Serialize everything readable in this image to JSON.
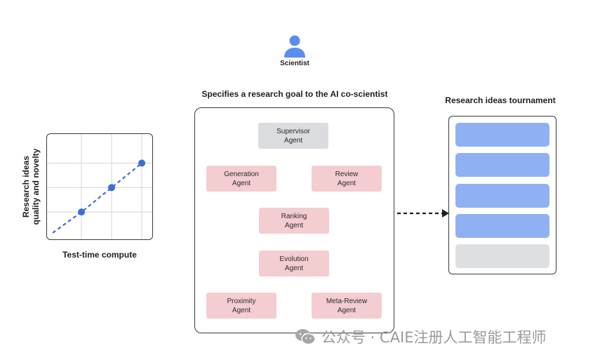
{
  "scientist": {
    "label": "Scientist",
    "icon": "person-icon",
    "color": "#5b8def"
  },
  "chart": {
    "ylabel_line1": "Research ideas",
    "ylabel_line2": "quality and novelty",
    "xlabel": "Test-time compute"
  },
  "chart_data": {
    "type": "line",
    "title": "",
    "xlabel": "Test-time compute",
    "ylabel": "Research ideas quality and novelty",
    "x": [
      1,
      2,
      3
    ],
    "series": [
      {
        "values": [
          1,
          2,
          3
        ]
      }
    ],
    "grid": true,
    "line_style": "dashed",
    "line_color": "#3b6fd6"
  },
  "goal_label": "Specifies a research goal to the AI co-scientist",
  "agents": {
    "supervisor": {
      "line1": "Supervisor",
      "line2": "Agent"
    },
    "generation": {
      "line1": "Generation",
      "line2": "Agent"
    },
    "review": {
      "line1": "Review",
      "line2": "Agent"
    },
    "ranking": {
      "line1": "Ranking",
      "line2": "Agent"
    },
    "evolution": {
      "line1": "Evolution",
      "line2": "Agent"
    },
    "proximity": {
      "line1": "Proximity",
      "line2": "Agent"
    },
    "meta_review": {
      "line1": "Meta-Review",
      "line2": "Agent"
    }
  },
  "colors": {
    "supervisor": "#dadcdf",
    "agent": "#f4cdd0",
    "idea": "#8fb1f4",
    "idea_last": "#dedfe1"
  },
  "tournament": {
    "label": "Research ideas tournament"
  },
  "watermark": {
    "text": "公众号 · CAIE注册人工智能工程师",
    "icon": "wechat-icon"
  }
}
